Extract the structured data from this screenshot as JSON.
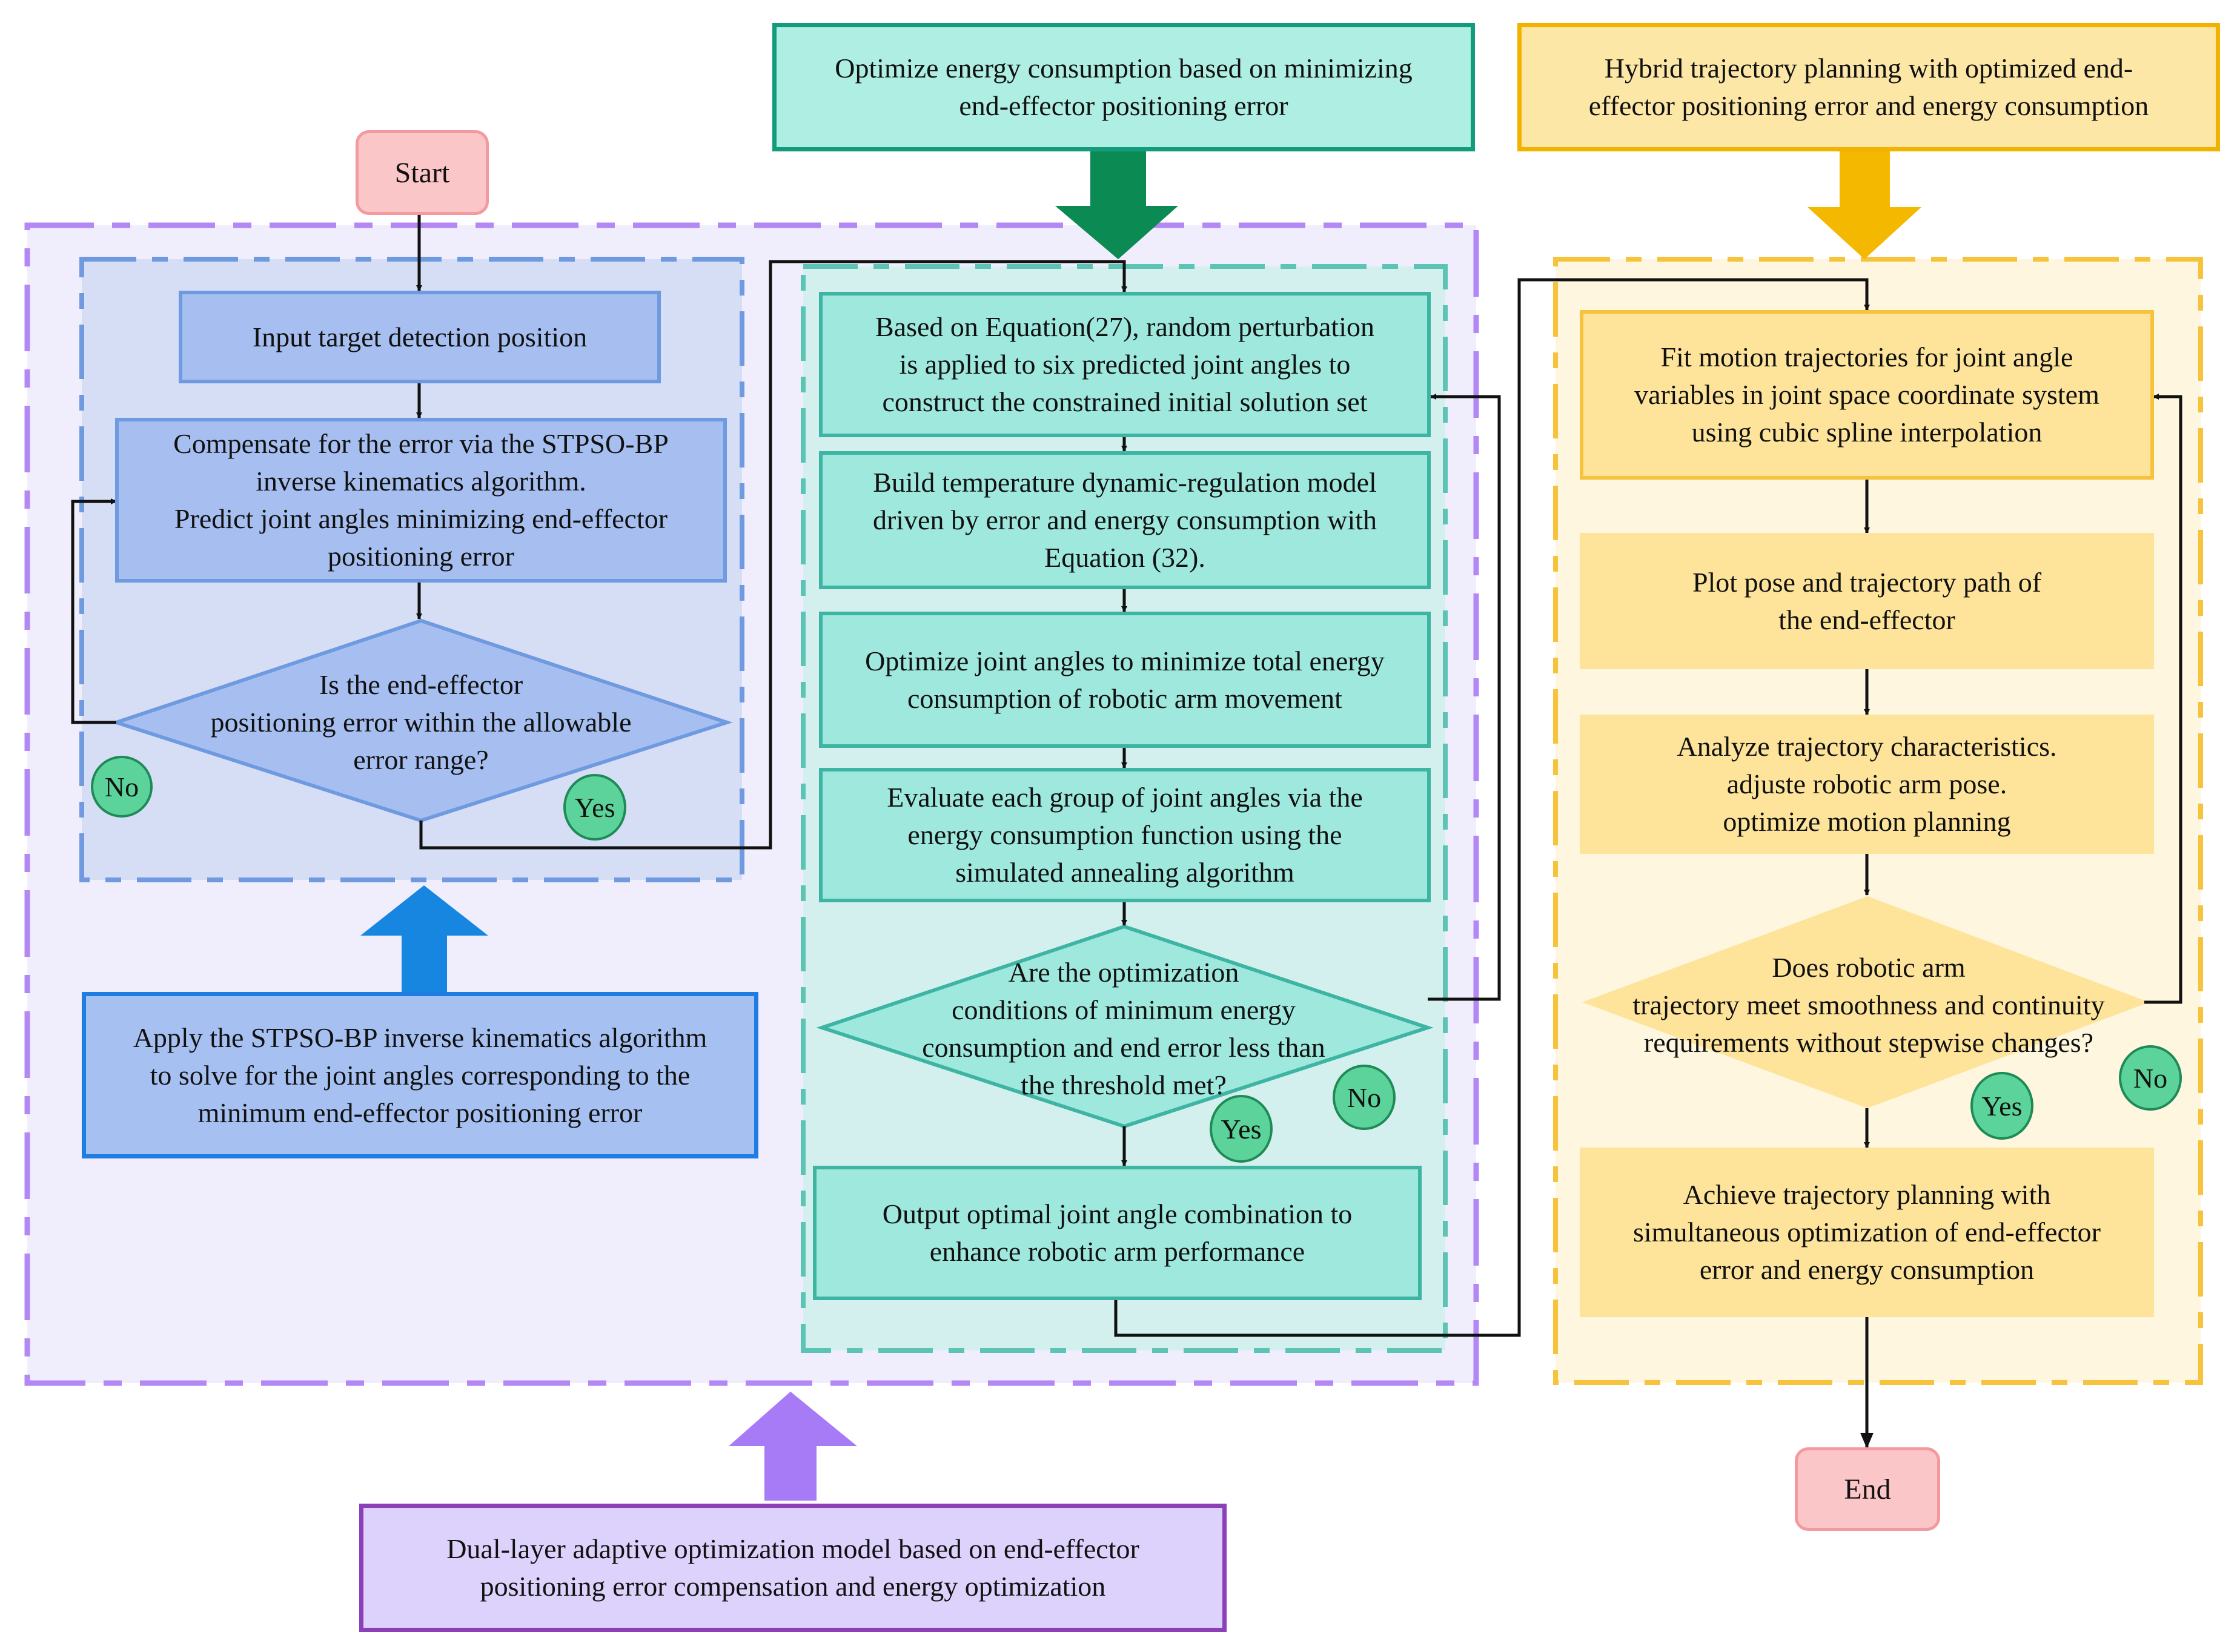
{
  "colors": {
    "purple_frame": "#b388f5",
    "blue_panel": "#6f9ae0",
    "teal_panel": "#5cc4b4",
    "yellow_panel": "#f7c23c",
    "green_arrow": "#0b8a53",
    "yellow_arrow": "#f5b800",
    "blue_arrow": "#1786e0",
    "purple_arrow": "#a77bf5"
  },
  "terminals": {
    "start": "Start",
    "end": "End"
  },
  "headers": {
    "teal": "Optimize energy consumption based on minimizing\nend-effector positioning error",
    "yellow": "Hybrid trajectory planning with optimized end-\neffector positioning error and energy consumption",
    "blue": "Apply the STPSO-BP  inverse kinematics algorithm\nto solve for the joint angles corresponding to the\nminimum end-effector positioning error",
    "purple": "Dual-layer adaptive optimization model based on end-effector\npositioning error compensation and energy optimization"
  },
  "blue_flow": {
    "input": "Input target detection position",
    "compensate": "Compensate for the error via the STPSO-BP\ninverse kinematics algorithm.\nPredict joint angles minimizing end-effector\npositioning error",
    "decision": "Is the end-effector\npositioning error within the allowable\nerror range?",
    "no": "No",
    "yes": "Yes"
  },
  "teal_flow": {
    "step1": "Based on Equation(27), random perturbation\nis applied to six predicted joint angles to\nconstruct the constrained initial solution set",
    "step2": "Build temperature dynamic-regulation model\ndriven by error and energy consumption with\nEquation (32).",
    "step3": "Optimize joint angles to minimize total energy\nconsumption of robotic arm movement",
    "step4": "Evaluate each group of joint angles via the\nenergy consumption function using the\nsimulated annealing algorithm",
    "decision": "Are the optimization\nconditions of minimum energy\nconsumption and end error less than\nthe threshold met?",
    "no": "No",
    "yes": "Yes",
    "output": "Output optimal joint angle combination to\nenhance robotic arm performance"
  },
  "yellow_flow": {
    "step1": "Fit motion trajectories for joint angle\nvariables in joint space coordinate system\nusing cubic spline interpolation",
    "step2": "Plot pose and trajectory path of\nthe end-effector",
    "step3": "Analyze trajectory characteristics.\nadjuste robotic arm pose.\noptimize motion planning",
    "decision": "Does robotic arm\ntrajectory meet smoothness and continuity\nrequirements without stepwise changes?",
    "no": "No",
    "yes": "Yes",
    "final": "Achieve trajectory planning with\nsimultaneous optimization of end-effector\nerror and energy consumption"
  }
}
